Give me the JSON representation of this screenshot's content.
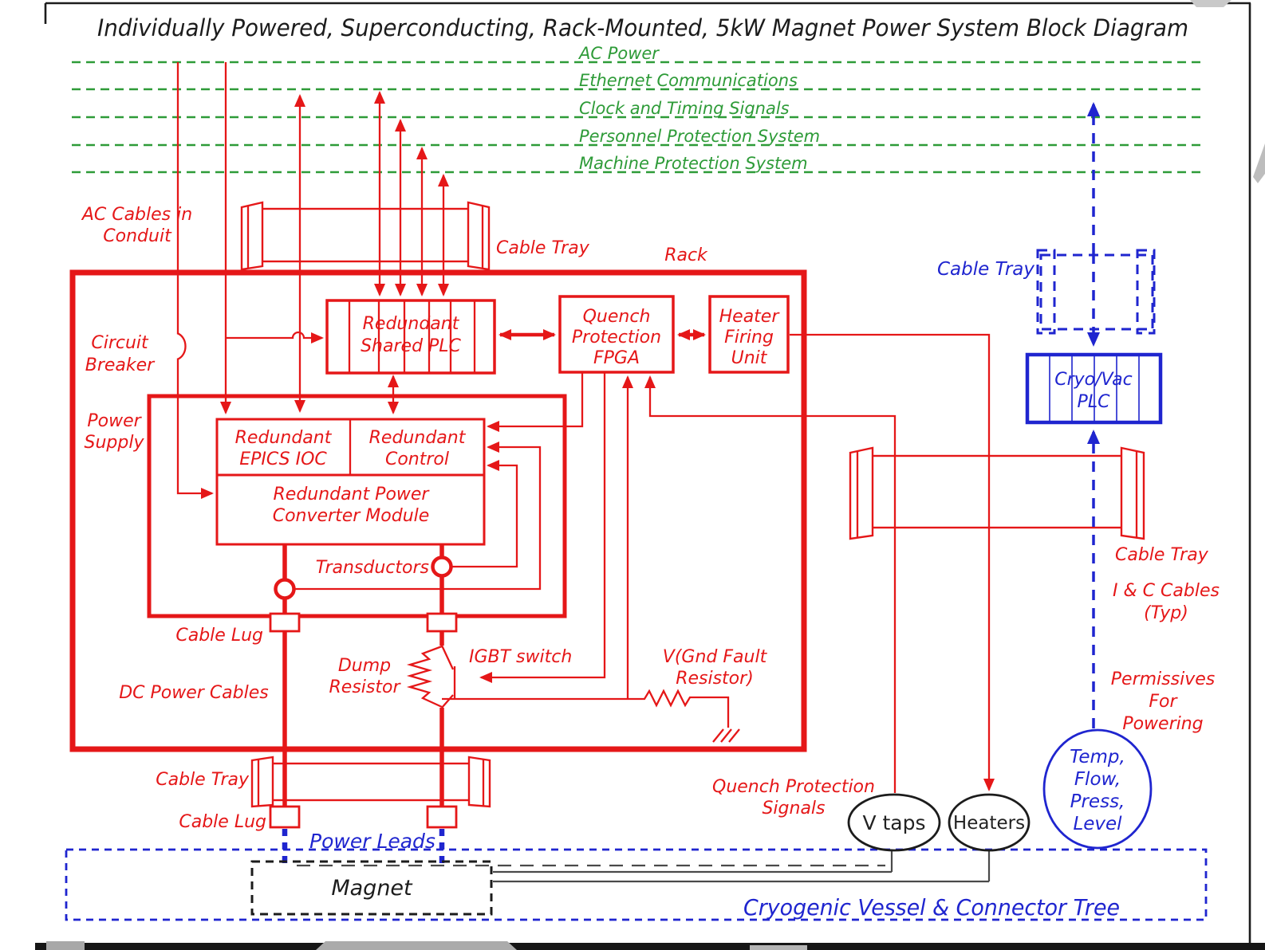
{
  "title": "Individually Powered, Superconducting, Rack-Mounted, 5kW Magnet Power System Block Diagram",
  "buses": {
    "items": [
      {
        "label": "AC Power"
      },
      {
        "label": "Ethernet Communications"
      },
      {
        "label": "Clock and Timing Signals"
      },
      {
        "label": "Personnel Protection System"
      },
      {
        "label": "Machine Protection System"
      }
    ]
  },
  "rack_label": "Rack",
  "boxes": {
    "plc": {
      "line1": "Redundant",
      "line2": "Shared PLC"
    },
    "fpga": {
      "line1": "Quench",
      "line2": "Protection",
      "line3": "FPGA"
    },
    "hfu": {
      "line1": "Heater",
      "line2": "Firing",
      "line3": "Unit"
    },
    "epics": {
      "line1": "Redundant",
      "line2": "EPICS IOC"
    },
    "control": {
      "line1": "Redundant",
      "line2": "Control"
    },
    "rpcm": {
      "line1": "Redundant Power",
      "line2": "Converter Module"
    },
    "cryovac": {
      "line1": "Cryo/Vac",
      "line2": "PLC"
    },
    "magnet": {
      "label": "Magnet"
    }
  },
  "labels": {
    "ac_cables": {
      "line1": "AC Cables in",
      "line2": "Conduit"
    },
    "cable_tray_top": "Cable Tray",
    "circuit_breaker": {
      "line1": "Circuit",
      "line2": "Breaker"
    },
    "power_supply": {
      "line1": "Power",
      "line2": "Supply"
    },
    "transductors": "Transductors",
    "cable_lug_ps": "Cable Lug",
    "dc_power_cables": "DC Power Cables",
    "dump_resistor": {
      "line1": "Dump",
      "line2": "Resistor"
    },
    "igbt_switch": "IGBT switch",
    "gnd_fault": {
      "line1": "V(Gnd Fault",
      "line2": "Resistor)"
    },
    "cable_tray_bottom": "Cable Tray",
    "cable_lug_bottom": "Cable Lug",
    "power_leads": "Power Leads",
    "quench_signals": {
      "line1": "Quench Protection",
      "line2": "Signals"
    },
    "cable_tray_blue": "Cable Tray",
    "cable_tray_right": "Cable Tray",
    "ic_cables": {
      "line1": "I & C Cables",
      "line2": "(Typ)"
    },
    "permissives": {
      "line1": "Permissives",
      "line2": "For",
      "line3": "Powering"
    },
    "vessel": "Cryogenic Vessel & Connector Tree"
  },
  "nodes": {
    "vtaps": "V taps",
    "heaters": "Heaters",
    "sensors": {
      "line1": "Temp,",
      "line2": "Flow,",
      "line3": "Press,",
      "line4": "Level"
    }
  },
  "colors": {
    "red": "#e51718",
    "green": "#2e9b38",
    "blue": "#1f25cf",
    "ink": "#1c1c1c",
    "wire": "#4a4a4a"
  }
}
